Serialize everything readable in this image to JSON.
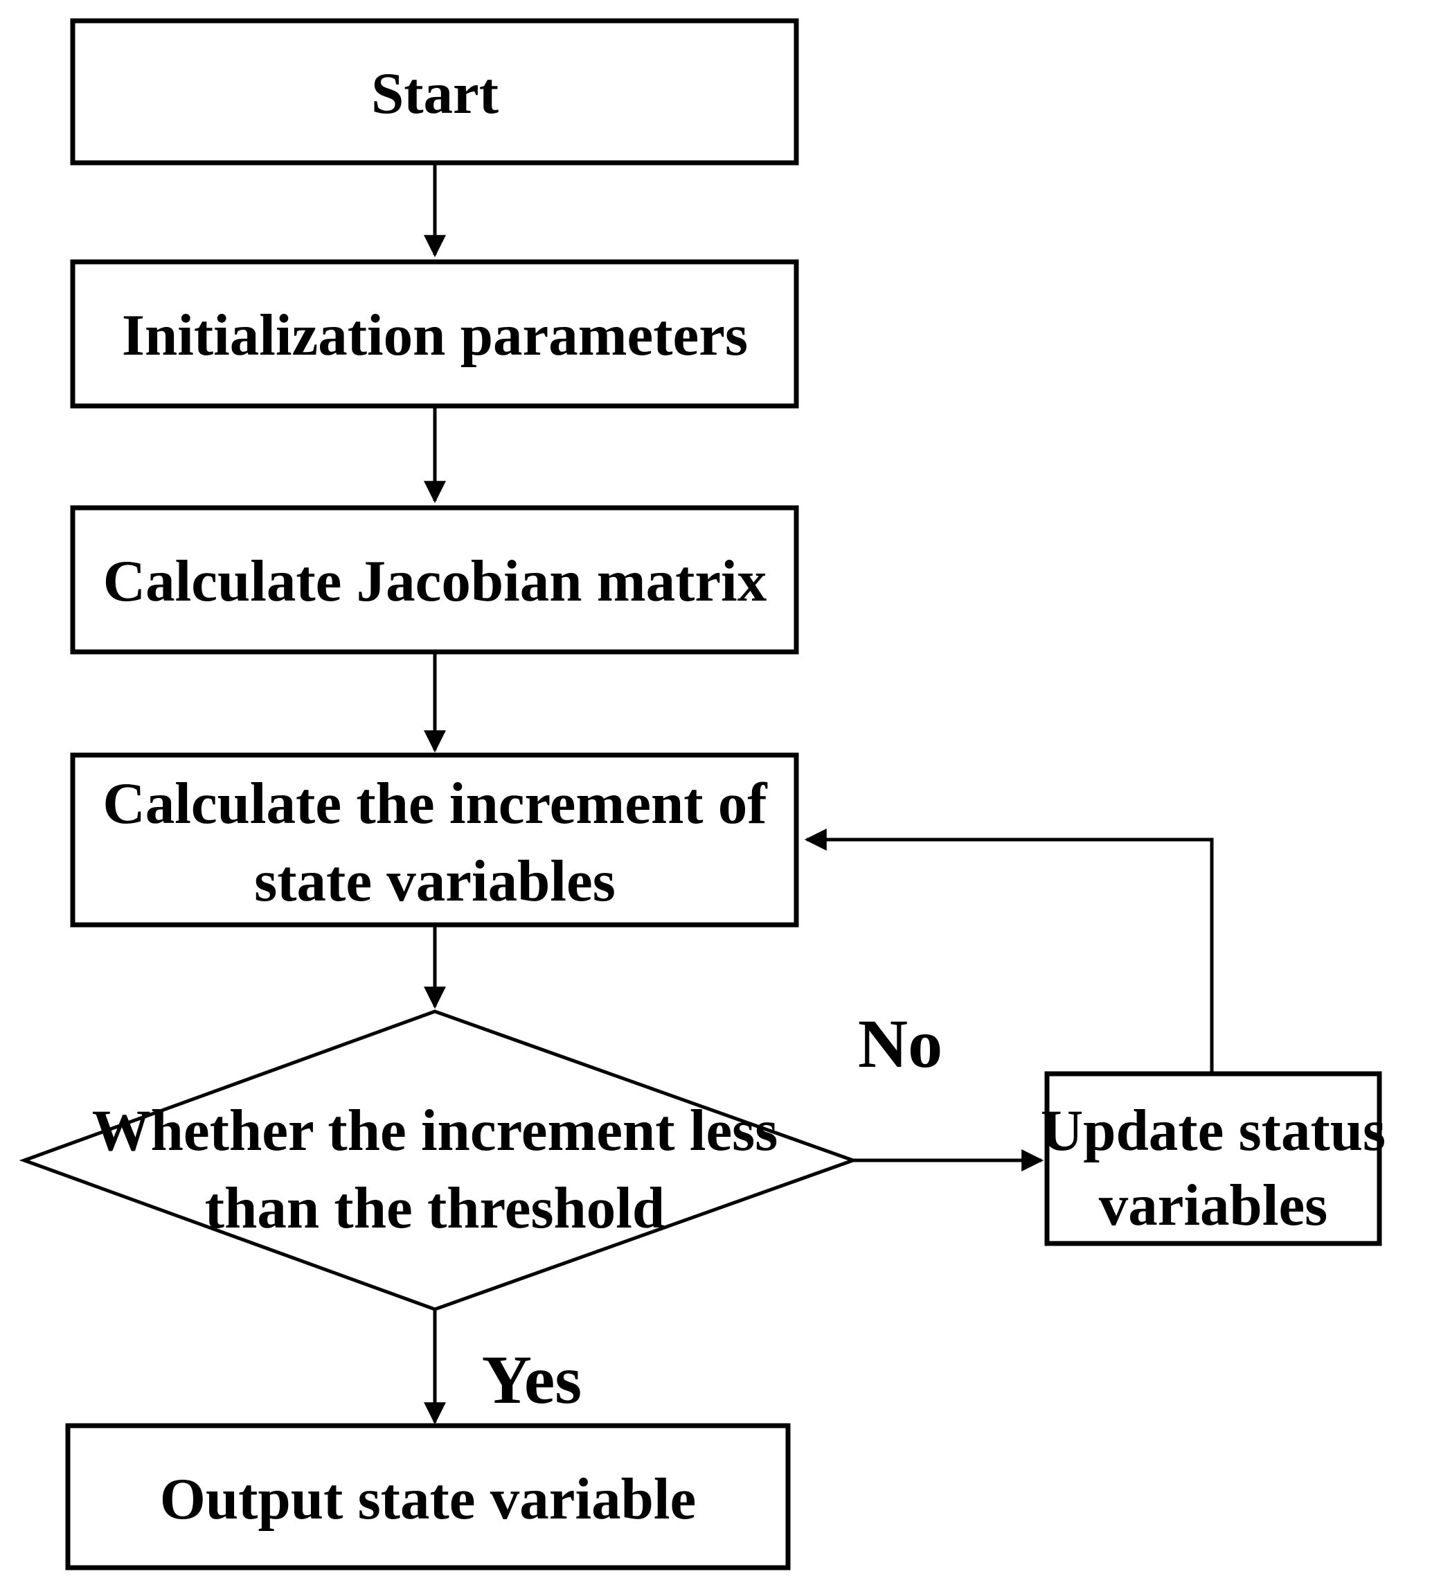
{
  "diagram": {
    "title": "Newton iteration flowchart",
    "colors": {
      "background": "#ffffff",
      "node_fill": "#ffffff",
      "stroke": "#000000",
      "text": "#000000"
    },
    "nodes": {
      "start": {
        "label": "Start"
      },
      "init": {
        "label": "Initialization parameters"
      },
      "jacobian": {
        "label": "Calculate Jacobian matrix"
      },
      "increment": {
        "line1": "Calculate the increment of",
        "line2": "state variables"
      },
      "decision": {
        "line1": "Whether the increment less",
        "line2": "than the threshold"
      },
      "update": {
        "line1": "Update status",
        "line2": "variables"
      },
      "output": {
        "label": "Output state variable"
      }
    },
    "edge_labels": {
      "yes": "Yes",
      "no": "No"
    }
  }
}
